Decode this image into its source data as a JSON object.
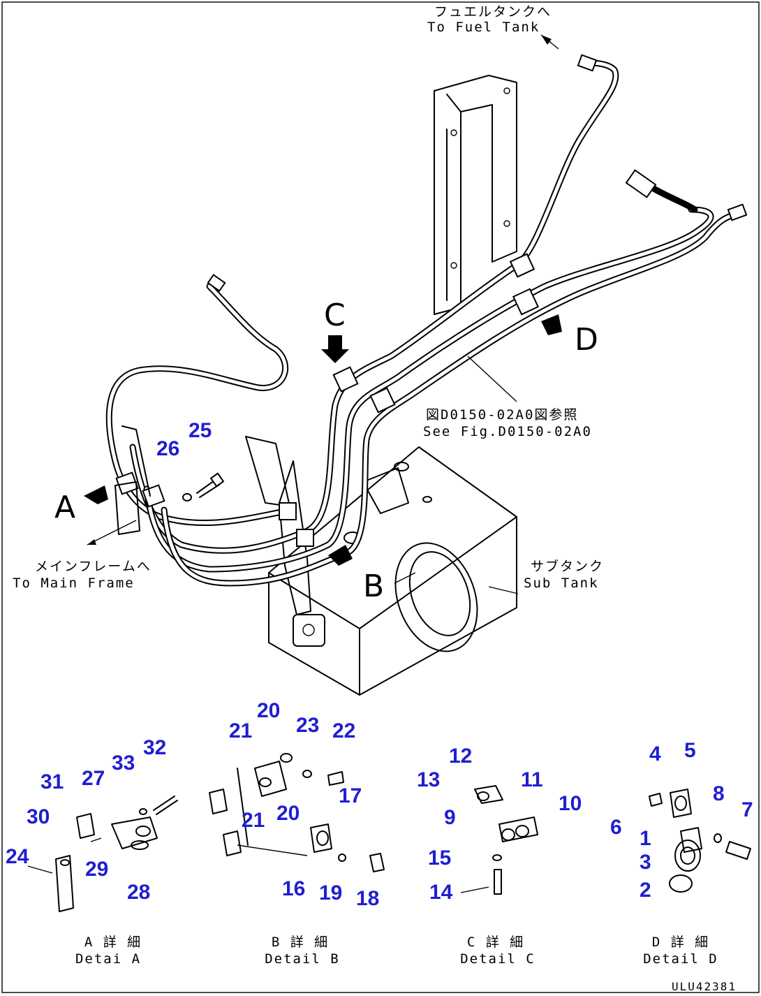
{
  "labels": {
    "fuel_tank_jp": "フュエルタンクへ",
    "fuel_tank_en": "To Fuel Tank",
    "see_fig_jp": "図D0150-02A0図参照",
    "see_fig_en": "See Fig.D0150-02A0",
    "main_frame_jp": "メインフレームへ",
    "main_frame_en": "To Main Frame",
    "sub_tank_jp": "サブタンク",
    "sub_tank_en": "Sub Tank",
    "view_a": "A",
    "view_b": "B",
    "view_c": "C",
    "view_d": "D",
    "detail_a_jp": "A 詳 細",
    "detail_a_en": "Detai A",
    "detail_b_jp": "B 詳 細",
    "detail_b_en": "Detail B",
    "detail_c_jp": "C 詳 細",
    "detail_c_en": "Detail C",
    "detail_d_jp": "D 詳 細",
    "detail_d_en": "Detail D",
    "drawing_code": "ULU42381"
  },
  "parts": {
    "p1": "1",
    "p2": "2",
    "p3": "3",
    "p4": "4",
    "p5": "5",
    "p6": "6",
    "p7": "7",
    "p8": "8",
    "p9": "9",
    "p10": "10",
    "p11": "11",
    "p12": "12",
    "p13": "13",
    "p14": "14",
    "p15": "15",
    "p16": "16",
    "p17": "17",
    "p18": "18",
    "p19": "19",
    "p20a": "20",
    "p20b": "20",
    "p21a": "21",
    "p21b": "21",
    "p22": "22",
    "p23": "23",
    "p24": "24",
    "p25": "25",
    "p26": "26",
    "p27": "27",
    "p28": "28",
    "p29": "29",
    "p30": "30",
    "p31": "31",
    "p32": "32",
    "p33": "33"
  },
  "colors": {
    "part_number": "#1f1fd0",
    "line": "#000000"
  }
}
